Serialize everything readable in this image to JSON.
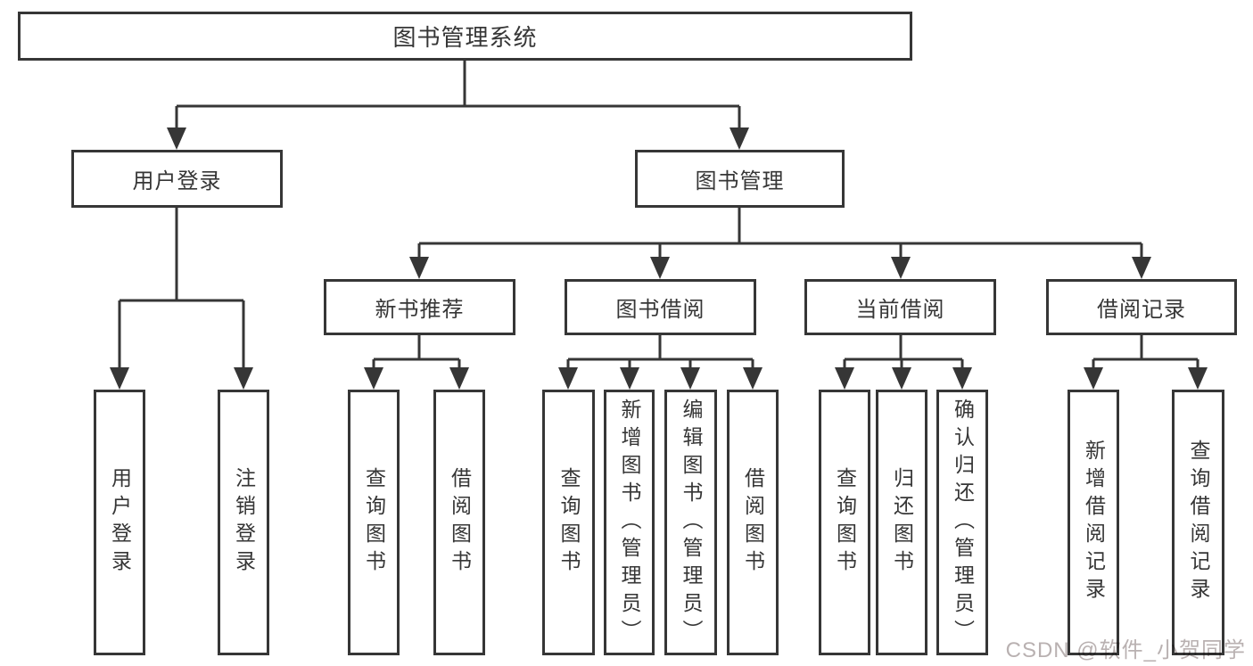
{
  "diagram": {
    "root": {
      "label": "图书管理系统"
    },
    "level2": [
      {
        "label": "用户登录"
      },
      {
        "label": "图书管理"
      }
    ],
    "level3": [
      {
        "label": "新书推荐"
      },
      {
        "label": "图书借阅"
      },
      {
        "label": "当前借阅"
      },
      {
        "label": "借阅记录"
      }
    ],
    "leaves": [
      {
        "label": "用户登录"
      },
      {
        "label": "注销登录"
      },
      {
        "label": "查询图书"
      },
      {
        "label": "借阅图书"
      },
      {
        "label": "查询图书"
      },
      {
        "label": "新增图书（管理员）"
      },
      {
        "label": "编辑图书（管理员）"
      },
      {
        "label": "借阅图书"
      },
      {
        "label": "查询图书"
      },
      {
        "label": "归还图书"
      },
      {
        "label": "确认归还（管理员）"
      },
      {
        "label": "新增借阅记录"
      },
      {
        "label": "查询借阅记录"
      }
    ]
  },
  "watermark": {
    "text": "CSDN @软件_小贺同学"
  },
  "colors": {
    "line": "#363636",
    "text": "#363636",
    "background": "#ffffff",
    "watermark": "#b9b1b1"
  }
}
